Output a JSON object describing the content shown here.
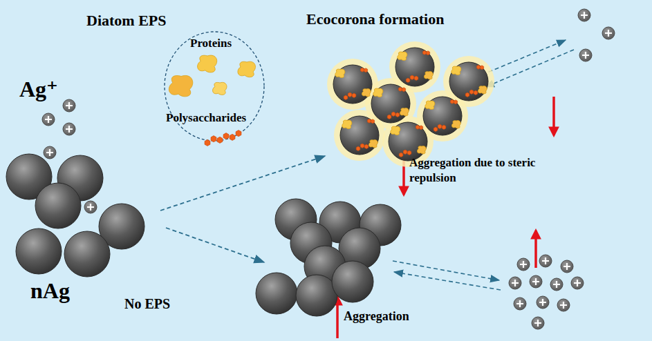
{
  "diagram": {
    "nodes": [
      {
        "text": [
          "Diatom EPS",
          "Proteins",
          "Polysaccharides"
        ]
      }
    ],
    "labels": [
      "Ecocorona formation",
      "Ag⁺",
      "nAg",
      "No EPS",
      "Aggregation due to steric repulsion",
      "Aggregation"
    ]
  }
}
